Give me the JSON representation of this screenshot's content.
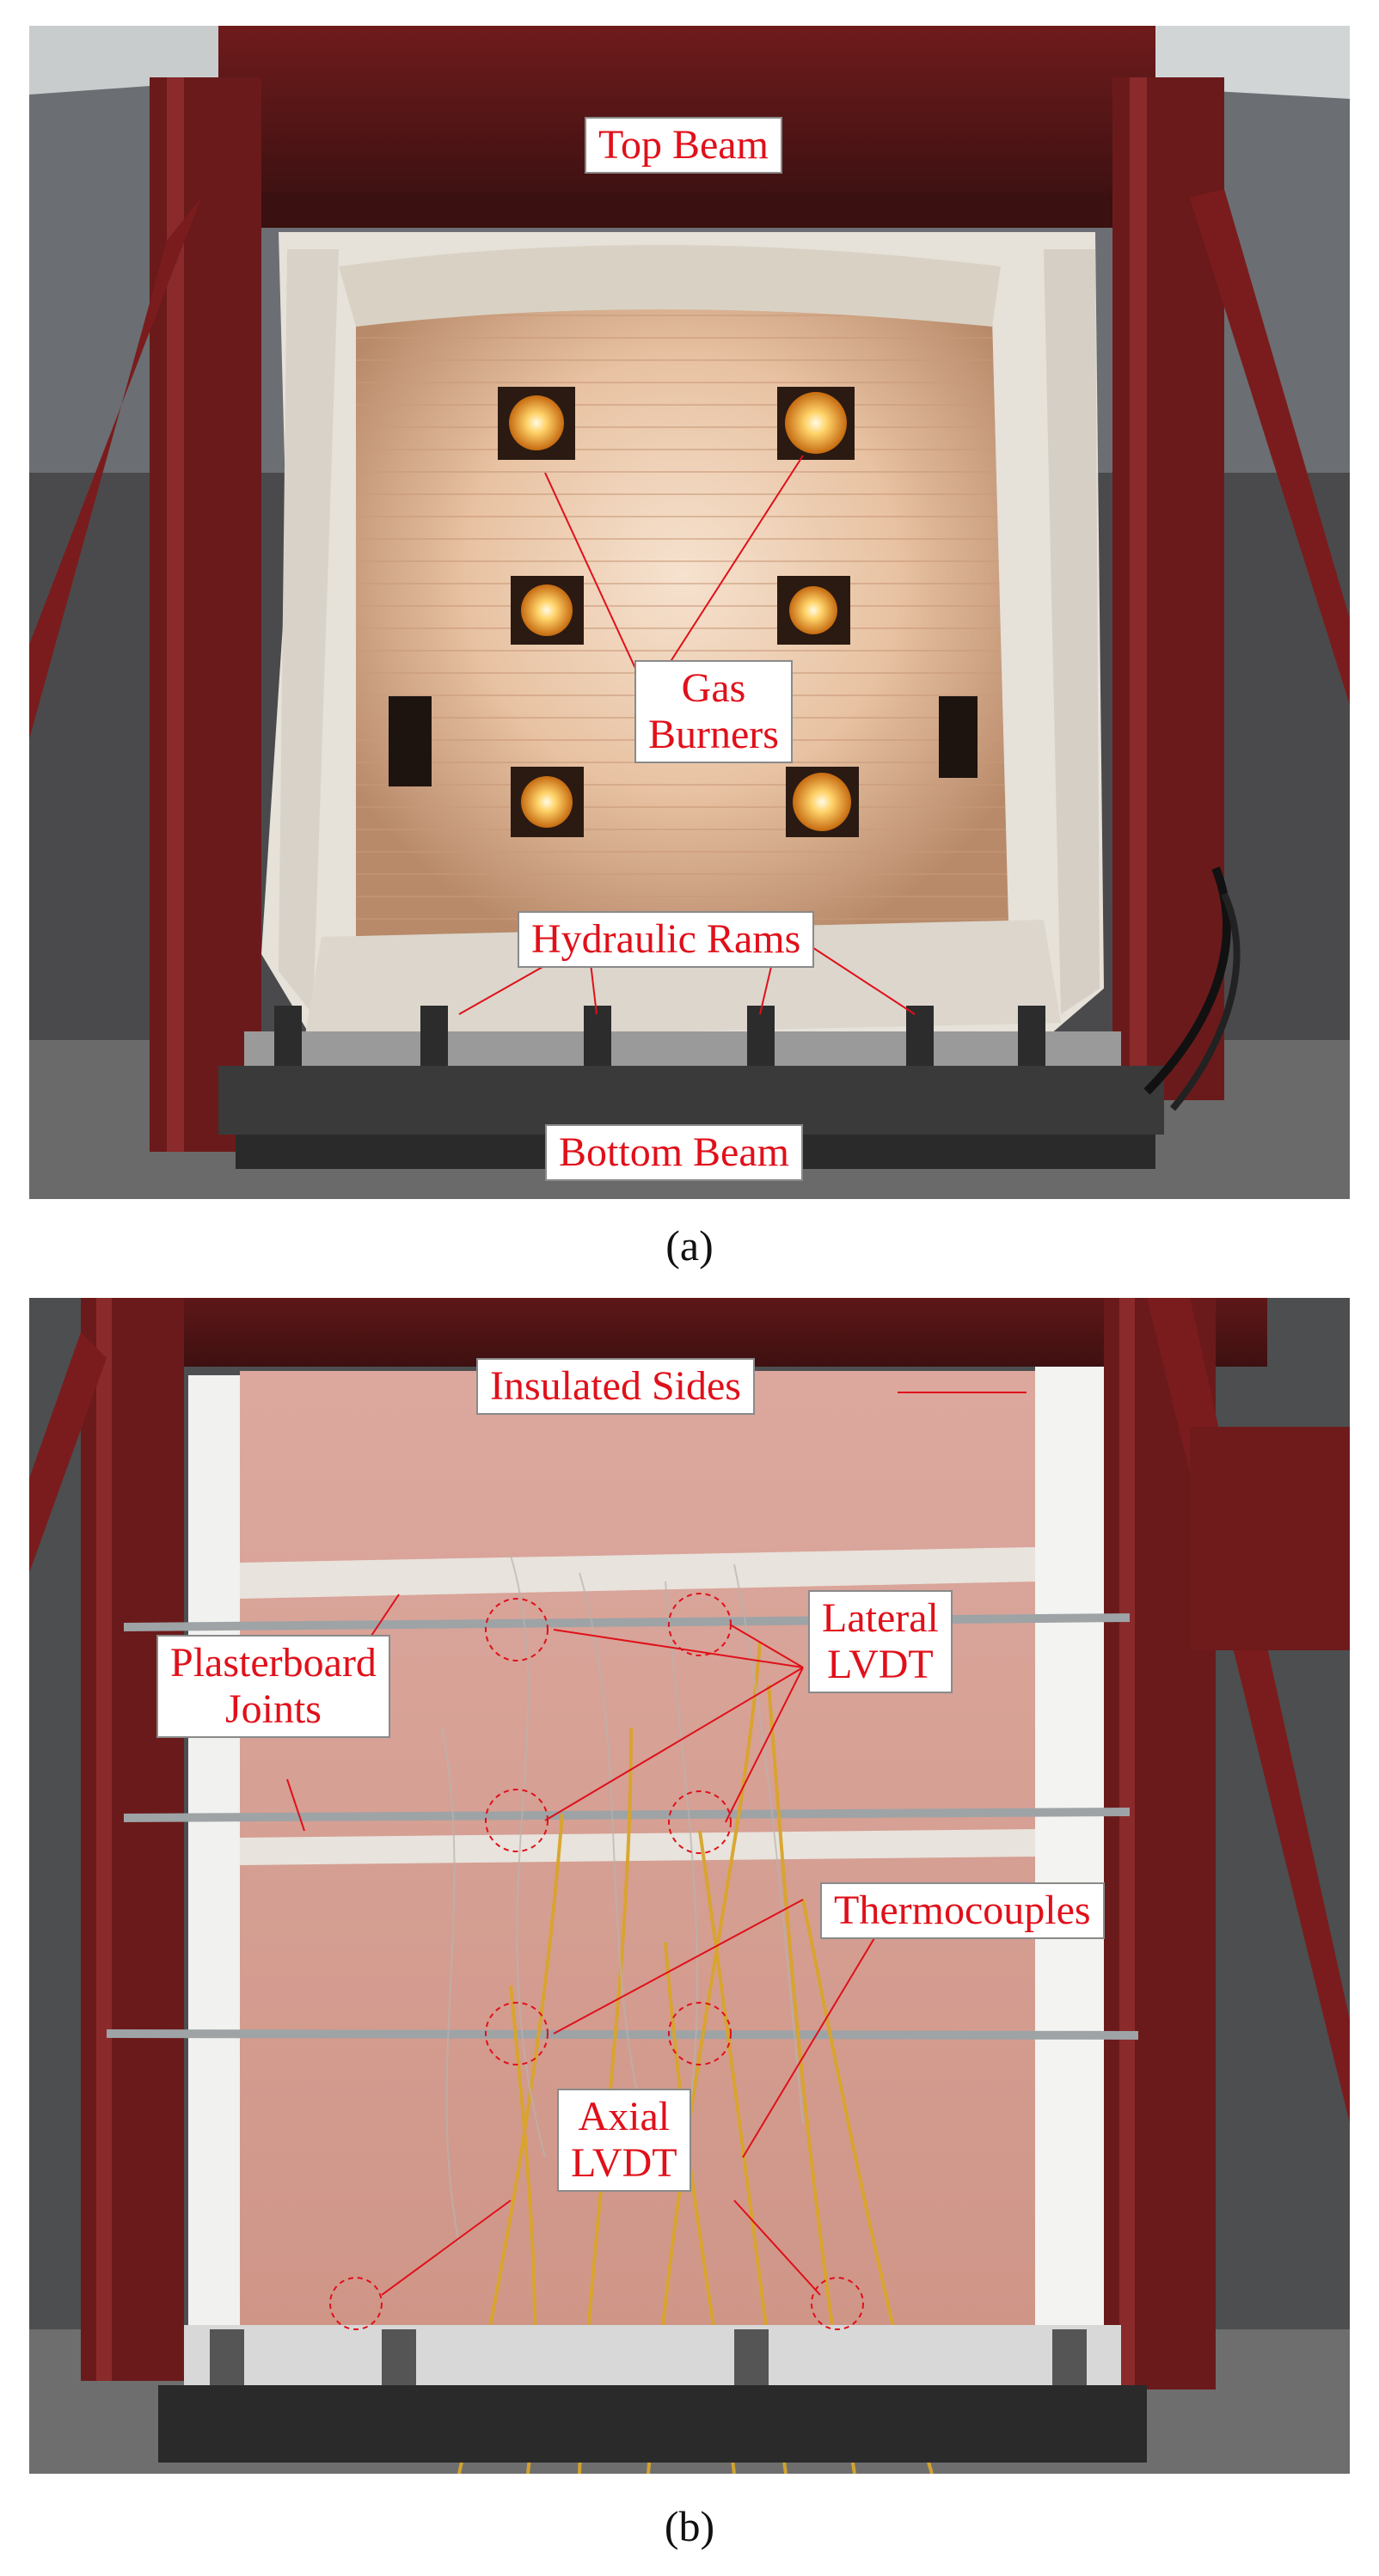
{
  "panel_a": {
    "labels": {
      "top_beam": "Top Beam",
      "gas_burners_1": "Gas",
      "gas_burners_2": "Burners",
      "hydraulic_rams": "Hydraulic Rams",
      "bottom_beam": "Bottom Beam"
    },
    "caption": "(a)"
  },
  "panel_b": {
    "labels": {
      "insulated_sides": "Insulated Sides",
      "plasterboard_joints_1": "Plasterboard",
      "plasterboard_joints_2": "Joints",
      "lateral_lvdt_1": "Lateral",
      "lateral_lvdt_2": "LVDT",
      "thermocouples": "Thermocouples",
      "axial_lvdt_1": "Axial",
      "axial_lvdt_2": "LVDT"
    },
    "caption": "(b)"
  },
  "colors": {
    "label_text": "#e0101a",
    "leader_line": "#e0101a",
    "frame_red": "#7a1c1c",
    "plasterboard_pink": "#d9a49a"
  }
}
